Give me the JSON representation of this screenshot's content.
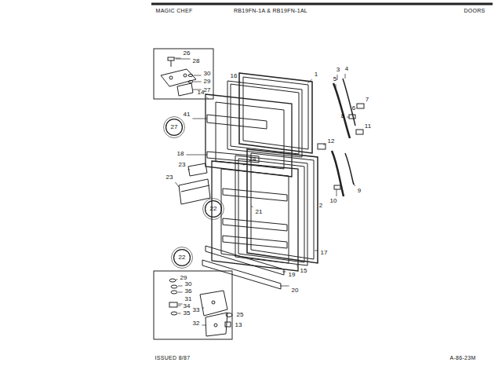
{
  "diagram": {
    "labels": [
      "MAGIC CHEF",
      "RB19FN-1A & RB19FN-1AL",
      "DOORS",
      "26",
      "28",
      "30",
      "29",
      "27",
      "1",
      "3",
      "4",
      "5",
      "7",
      "6",
      "8",
      "11",
      "16",
      "14",
      "41",
      "27",
      "18",
      "12",
      "23",
      "23",
      "24",
      "22",
      "21",
      "2",
      "10",
      "9",
      "17",
      "15",
      "22",
      "19",
      "20",
      "29",
      "30",
      "36",
      "31",
      "34",
      "35",
      "33",
      "32",
      "25",
      "13",
      "ISSUED 8/87",
      "A-86-23M"
    ]
  }
}
